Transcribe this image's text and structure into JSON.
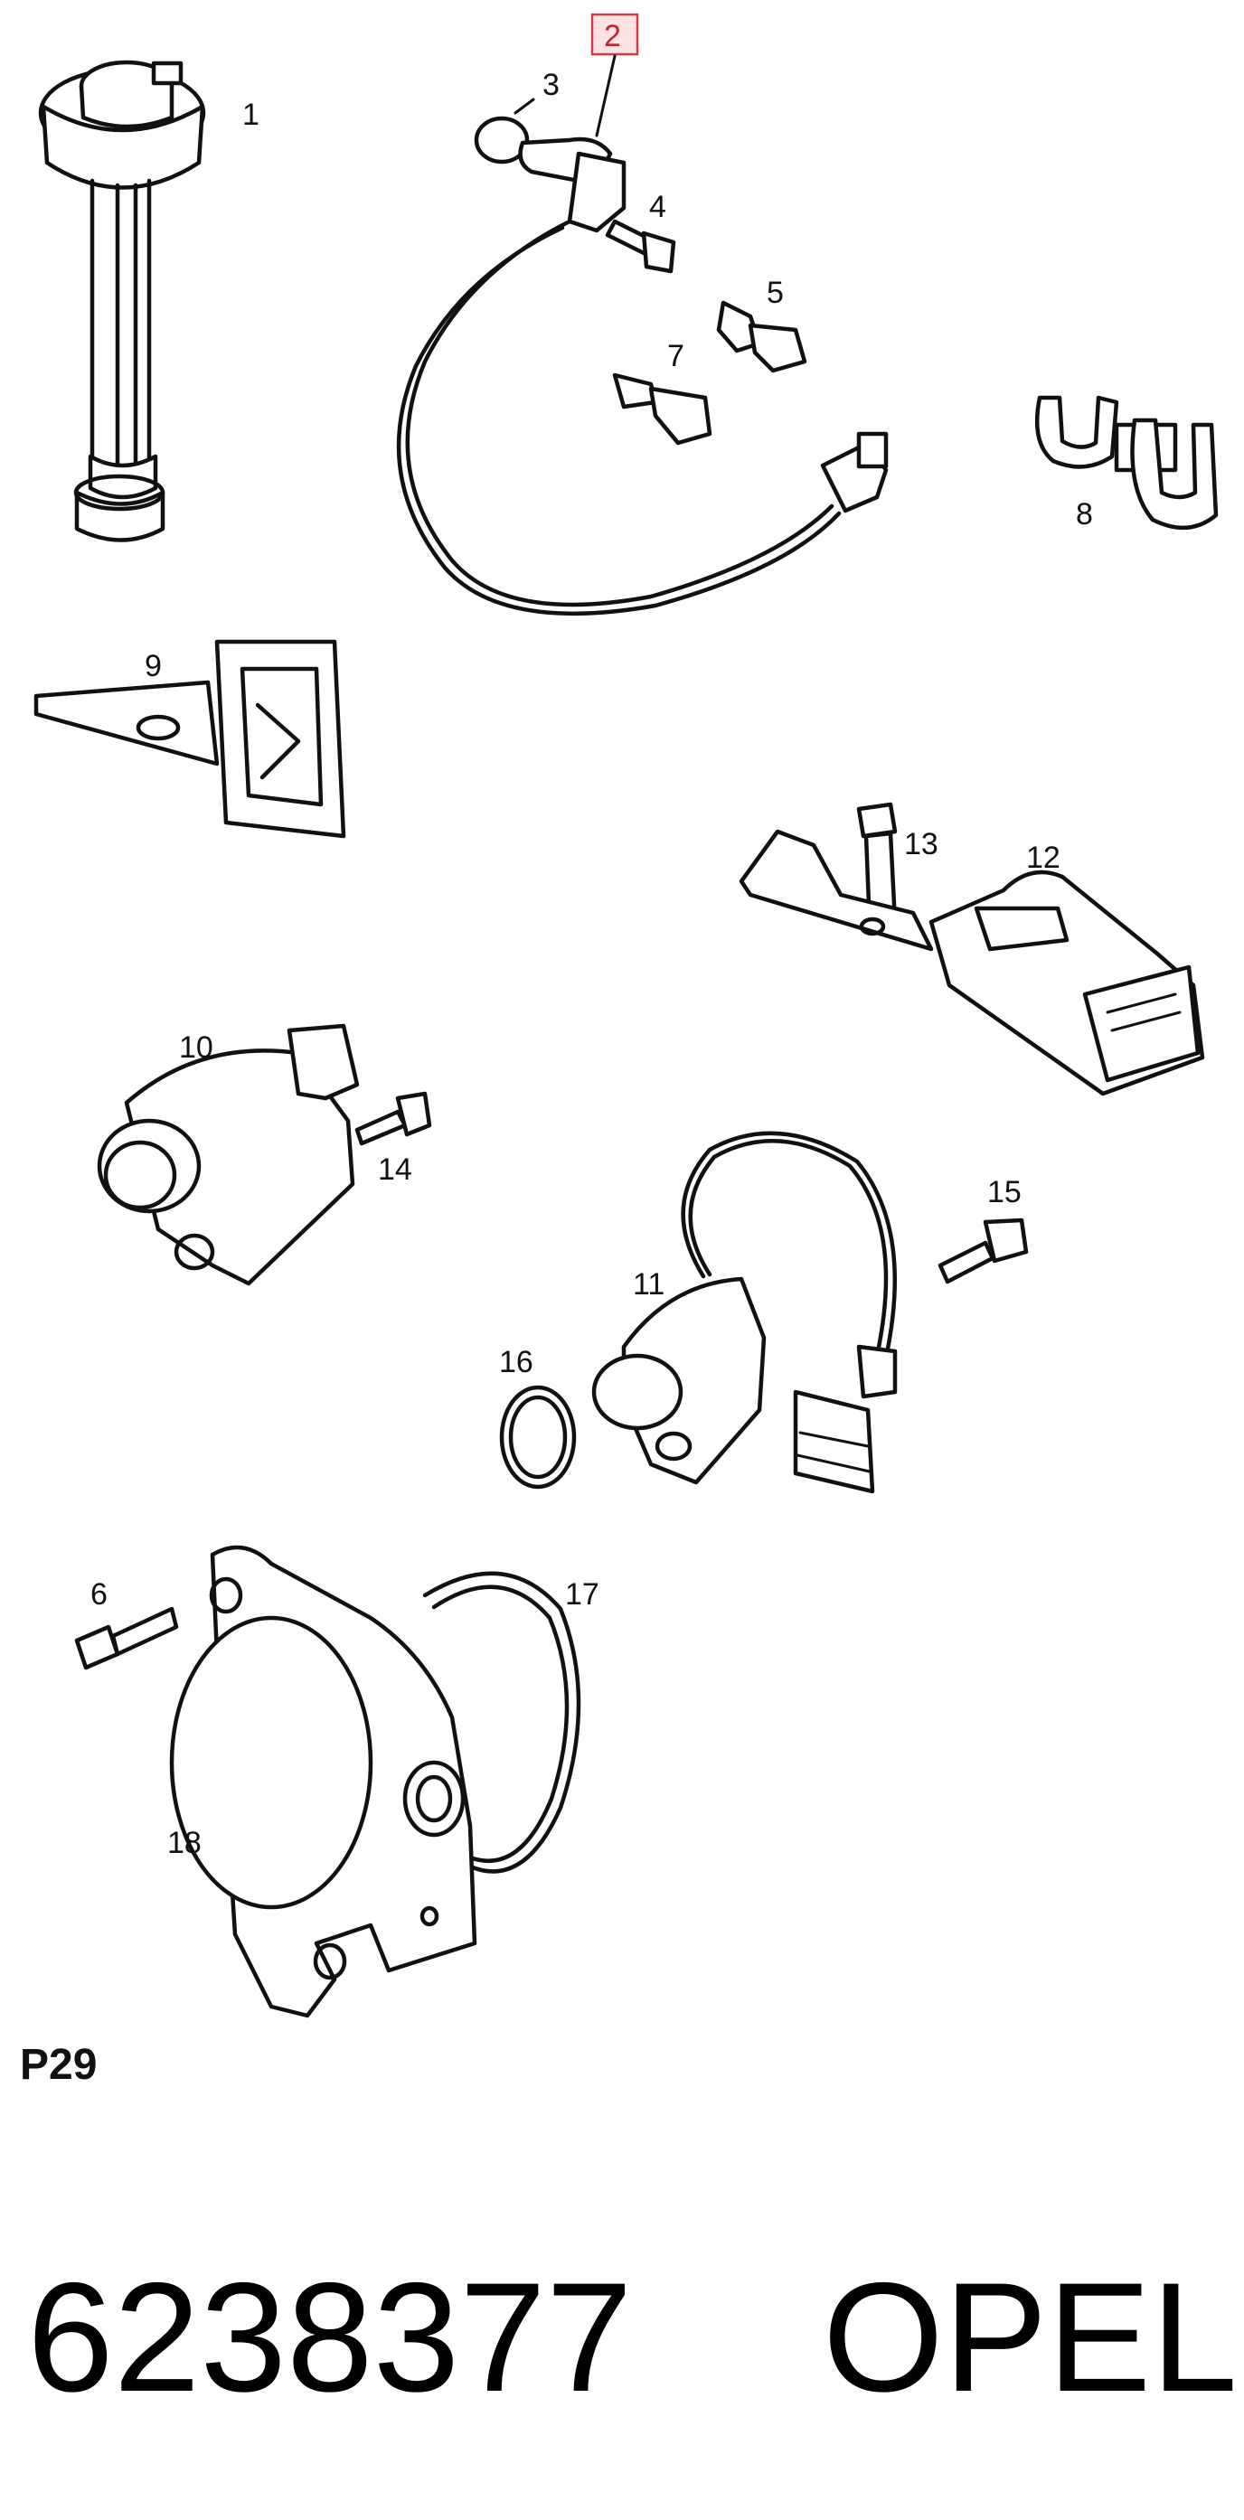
{
  "callouts": {
    "n1": "1",
    "n2": "2",
    "n3": "3",
    "n4": "4",
    "n5": "5",
    "n6": "6",
    "n7": "7",
    "n8": "8",
    "n9": "9",
    "n10": "10",
    "n11": "11",
    "n12": "12",
    "n13": "13",
    "n14": "14",
    "n15": "15",
    "n16": "16",
    "n17": "17",
    "n18": "18"
  },
  "highlighted_callout": "2",
  "highlight_color": "#d23a45",
  "page_code": "P29",
  "part_number": "6238377",
  "brand": "OPEL"
}
